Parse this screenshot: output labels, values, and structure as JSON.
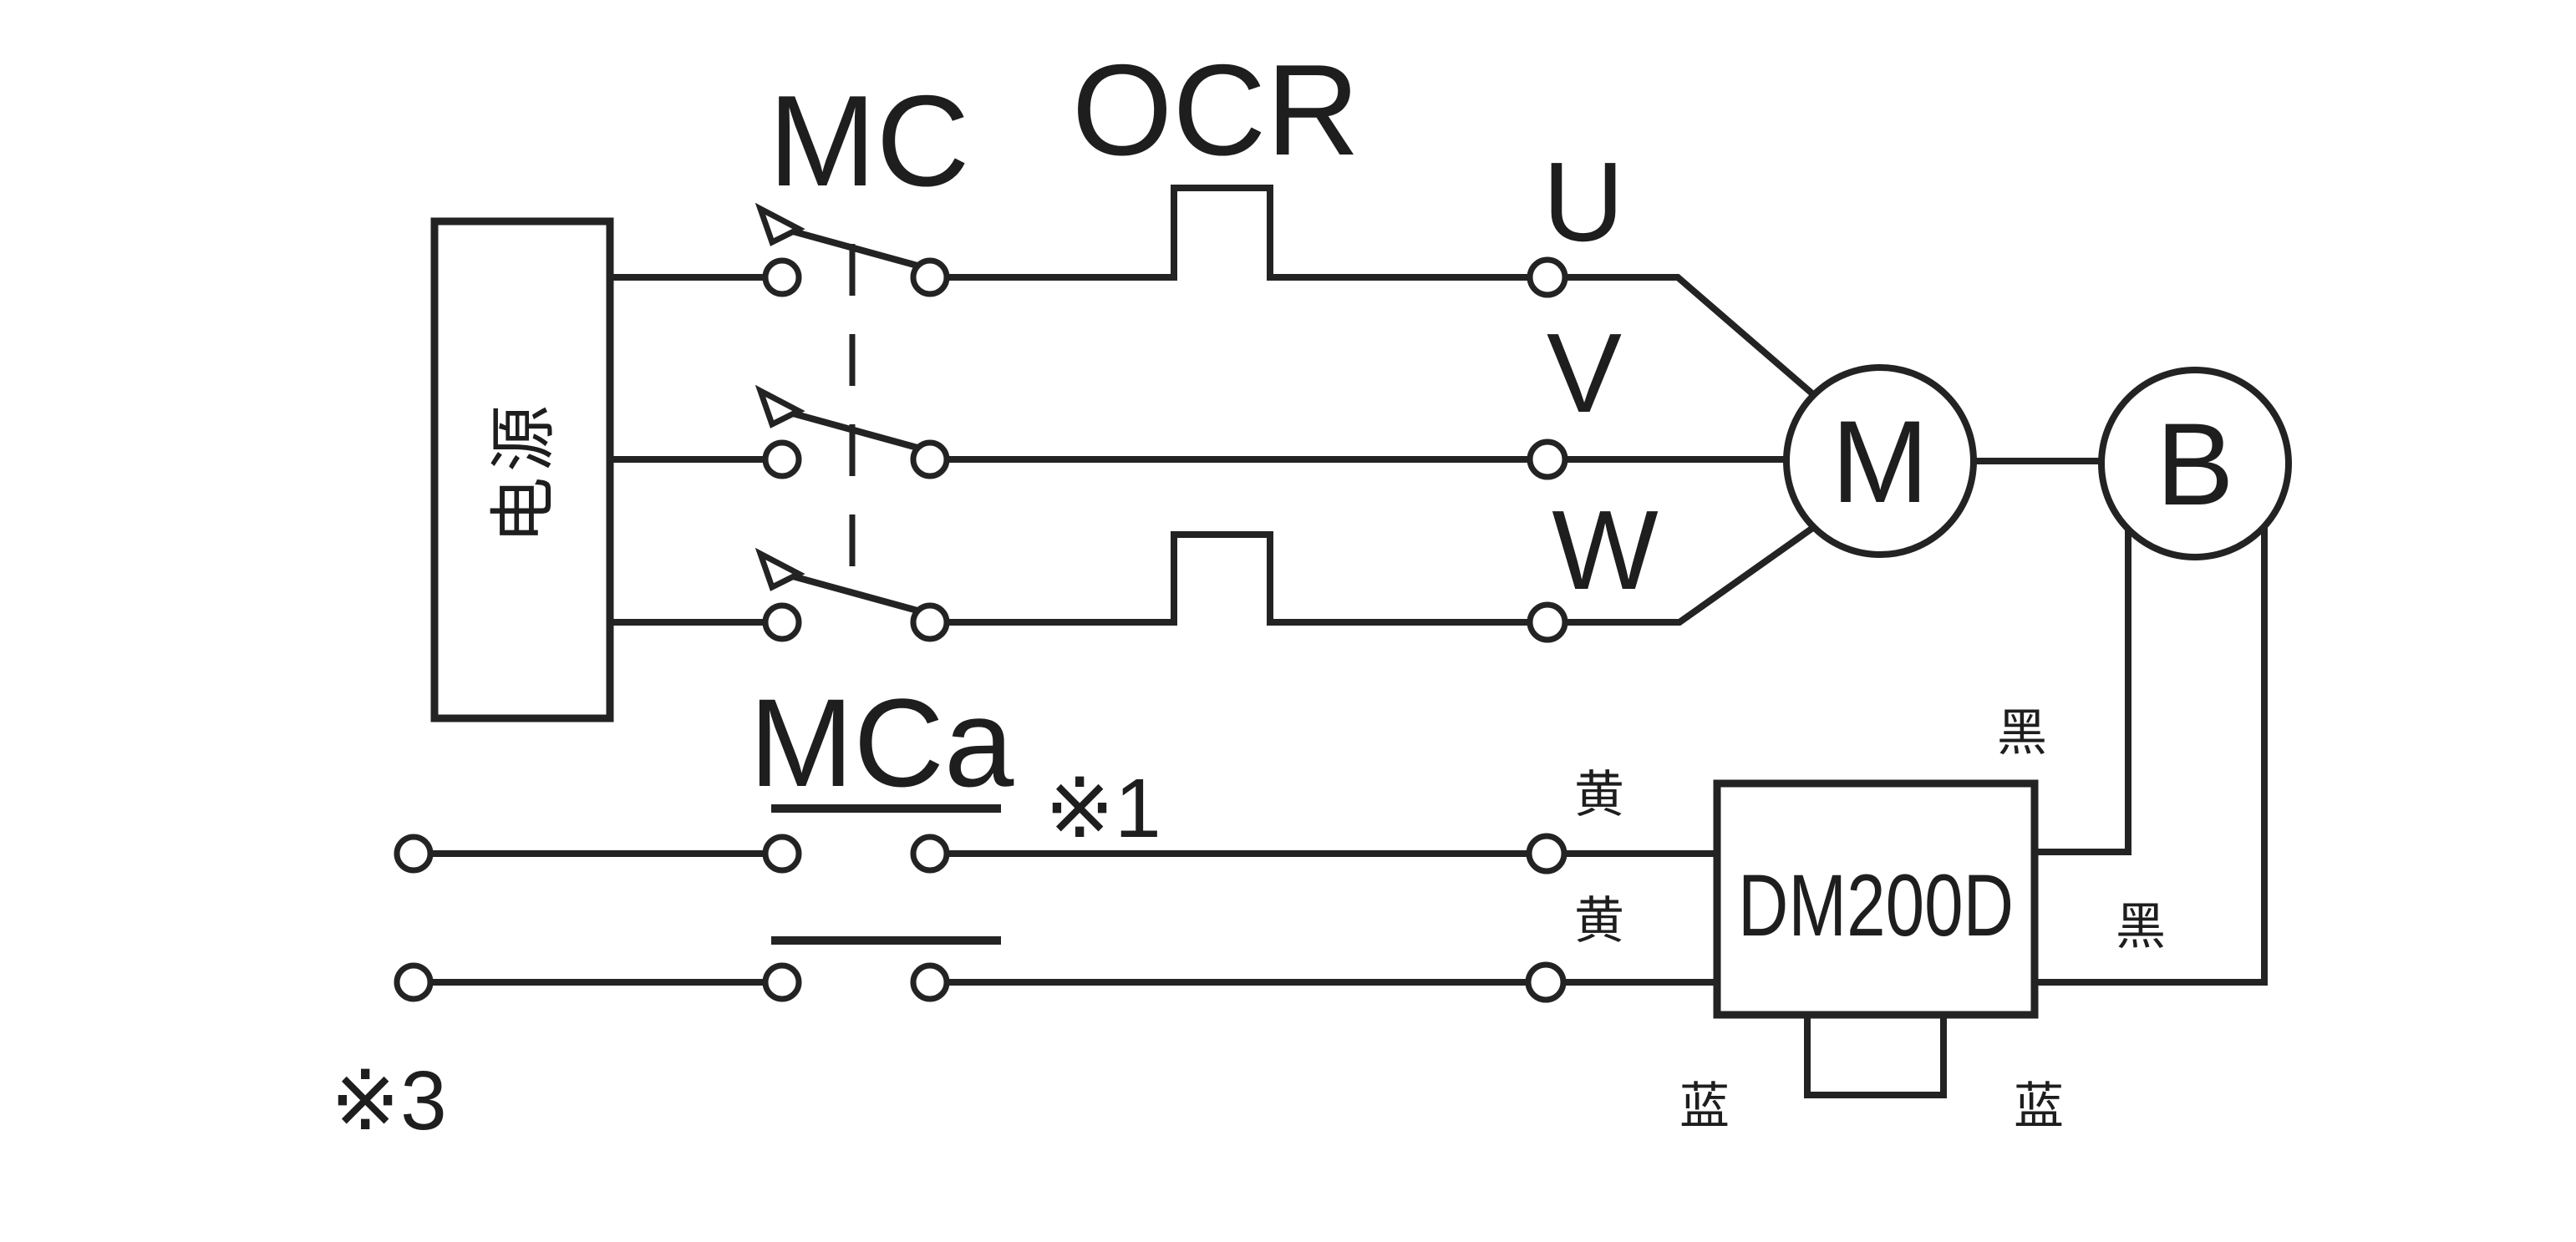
{
  "diagram": {
    "power_source_label": "电源",
    "contactor_label": "MC",
    "overcurrent_relay_label": "OCR",
    "aux_contact_label": "MCa",
    "phase_u_label": "U",
    "phase_v_label": "V",
    "phase_w_label": "W",
    "motor_label": "M",
    "brake_label": "B",
    "module_label": "DM200D",
    "note_1": "※1",
    "note_3": "※3",
    "wire_color_yellow_top": "黄",
    "wire_color_yellow_bottom": "黄",
    "wire_color_black_top": "黑",
    "wire_color_black_bottom": "黑",
    "wire_color_blue_left": "蓝",
    "wire_color_blue_right": "蓝",
    "colors": {
      "line": "#232323",
      "text": "#1e1e1e",
      "background": "#ffffff"
    }
  }
}
